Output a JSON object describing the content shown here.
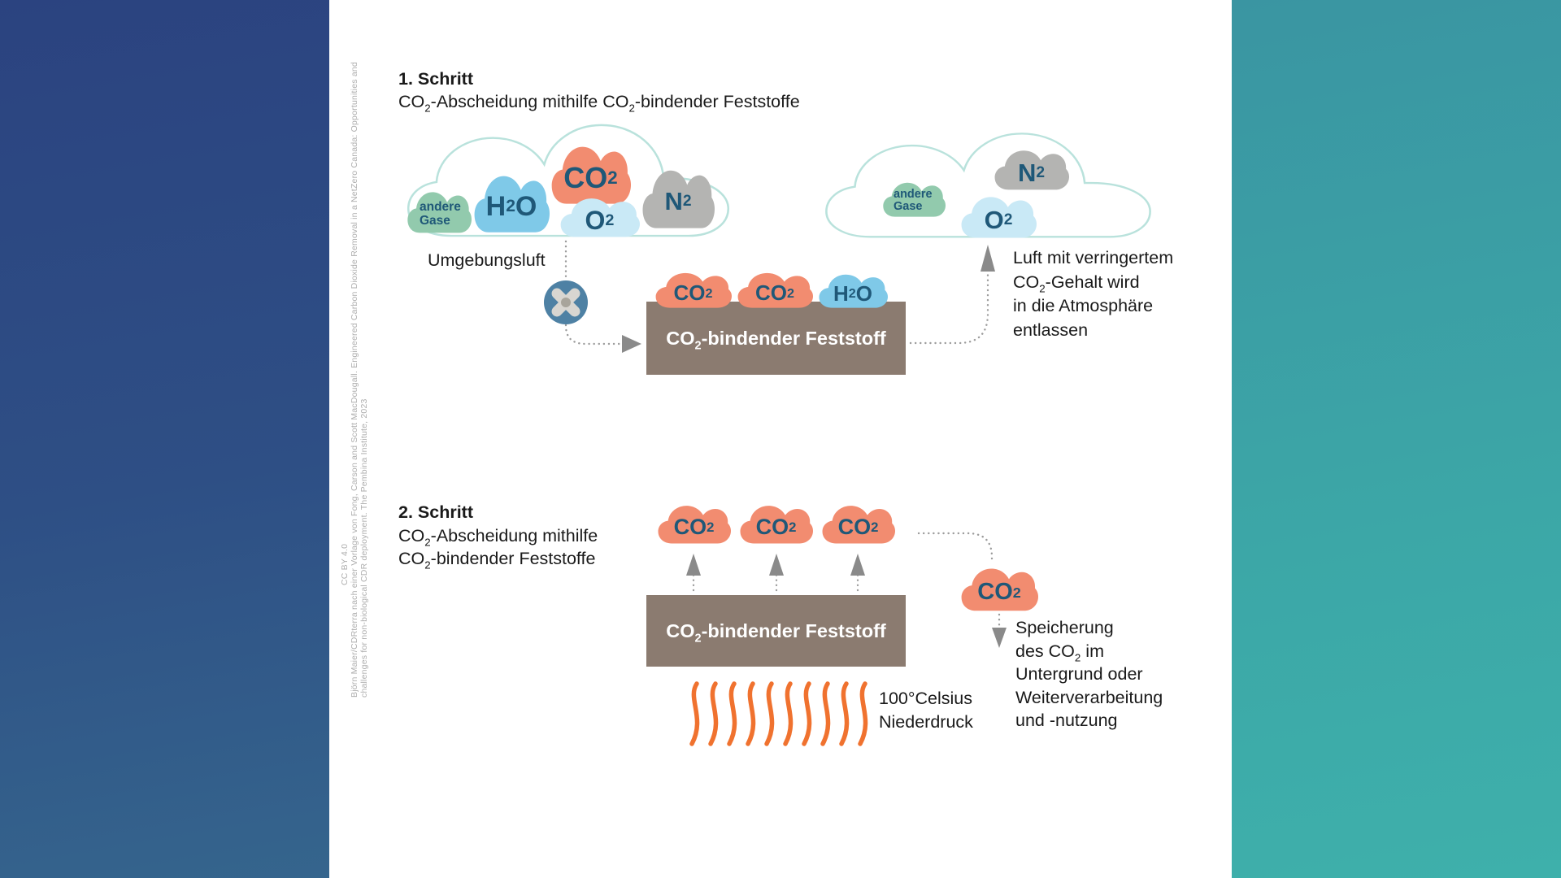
{
  "credits": {
    "license": "CC BY 4.0",
    "attribution_line1": "Björn Maier/CDRterra nach einer Vorlage von Fong, Carson and Scott MacDougall. Engineered Carbon Dioxide Removal in a NetZero Canada: Opportunities and",
    "attribution_line2": "challenges for non-biological CDR deployment. The Pembina Institute, 2023"
  },
  "colors": {
    "co2_cloud": "#f28c70",
    "h2o_cloud": "#7fc9e8",
    "o2_cloud": "#c9e9f6",
    "n2_cloud": "#b4b4b2",
    "other_gases_cloud": "#92caad",
    "cloud_outline": "#b9e2dc",
    "sorbent_brown": "#8b7b70",
    "gas_label_navy": "#1f5878",
    "fan_blue": "#4e81a4",
    "heat_orange": "#f0722f",
    "connector_gray": "#9c9c9c",
    "arrow_gray": "#8a8a8a"
  },
  "step1": {
    "heading": "1. Schritt",
    "subtitle_parts": [
      "CO",
      "2",
      "-Abscheidung mithilfe CO",
      "2",
      "-bindender Feststoffe"
    ],
    "ambient_label": "Umgebungsluft",
    "air_in": {
      "andere_gase_line1": "andere",
      "andere_gase_line2": "Gase",
      "h2o_parts": [
        "H",
        "2",
        "O"
      ],
      "co2_parts": [
        "CO",
        "2"
      ],
      "o2_parts": [
        "O",
        "2"
      ],
      "n2_parts": [
        "N",
        "2"
      ]
    },
    "sorbent_box_parts": [
      "CO",
      "2",
      "-bindender Feststoff"
    ],
    "box_clouds": {
      "co2a_parts": [
        "CO",
        "2"
      ],
      "co2b_parts": [
        "CO",
        "2"
      ],
      "h2o_parts": [
        "H",
        "2",
        "O"
      ]
    },
    "air_out": {
      "andere_gase_line1": "andere",
      "andere_gase_line2": "Gase",
      "n2_parts": [
        "N",
        "2"
      ],
      "o2_parts": [
        "O",
        "2"
      ]
    },
    "released_lines": [
      [
        "Luft mit verringertem"
      ],
      [
        "CO",
        "2",
        "-Gehalt wird"
      ],
      [
        "in die Atmosphäre"
      ],
      [
        "entlassen"
      ]
    ]
  },
  "step2": {
    "heading": "2. Schritt",
    "subtitle_line1_parts": [
      "CO",
      "2",
      "-Abscheidung mithilfe"
    ],
    "subtitle_line2_parts": [
      "CO",
      "2",
      "-bindender Feststoffe"
    ],
    "released_clouds": [
      [
        "CO",
        "2"
      ],
      [
        "CO",
        "2"
      ],
      [
        "CO",
        "2"
      ]
    ],
    "sorbent_box_parts": [
      "CO",
      "2",
      "-bindender Feststoff"
    ],
    "heat_line1": "100°Celsius",
    "heat_line2": "Niederdruck",
    "captured_cloud_parts": [
      "CO",
      "2"
    ],
    "storage_lines": [
      [
        "Speicherung"
      ],
      [
        "des CO",
        "2",
        " im"
      ],
      [
        "Untergrund oder"
      ],
      [
        "Weiterverarbeitung"
      ],
      [
        "und -nutzung"
      ]
    ]
  }
}
